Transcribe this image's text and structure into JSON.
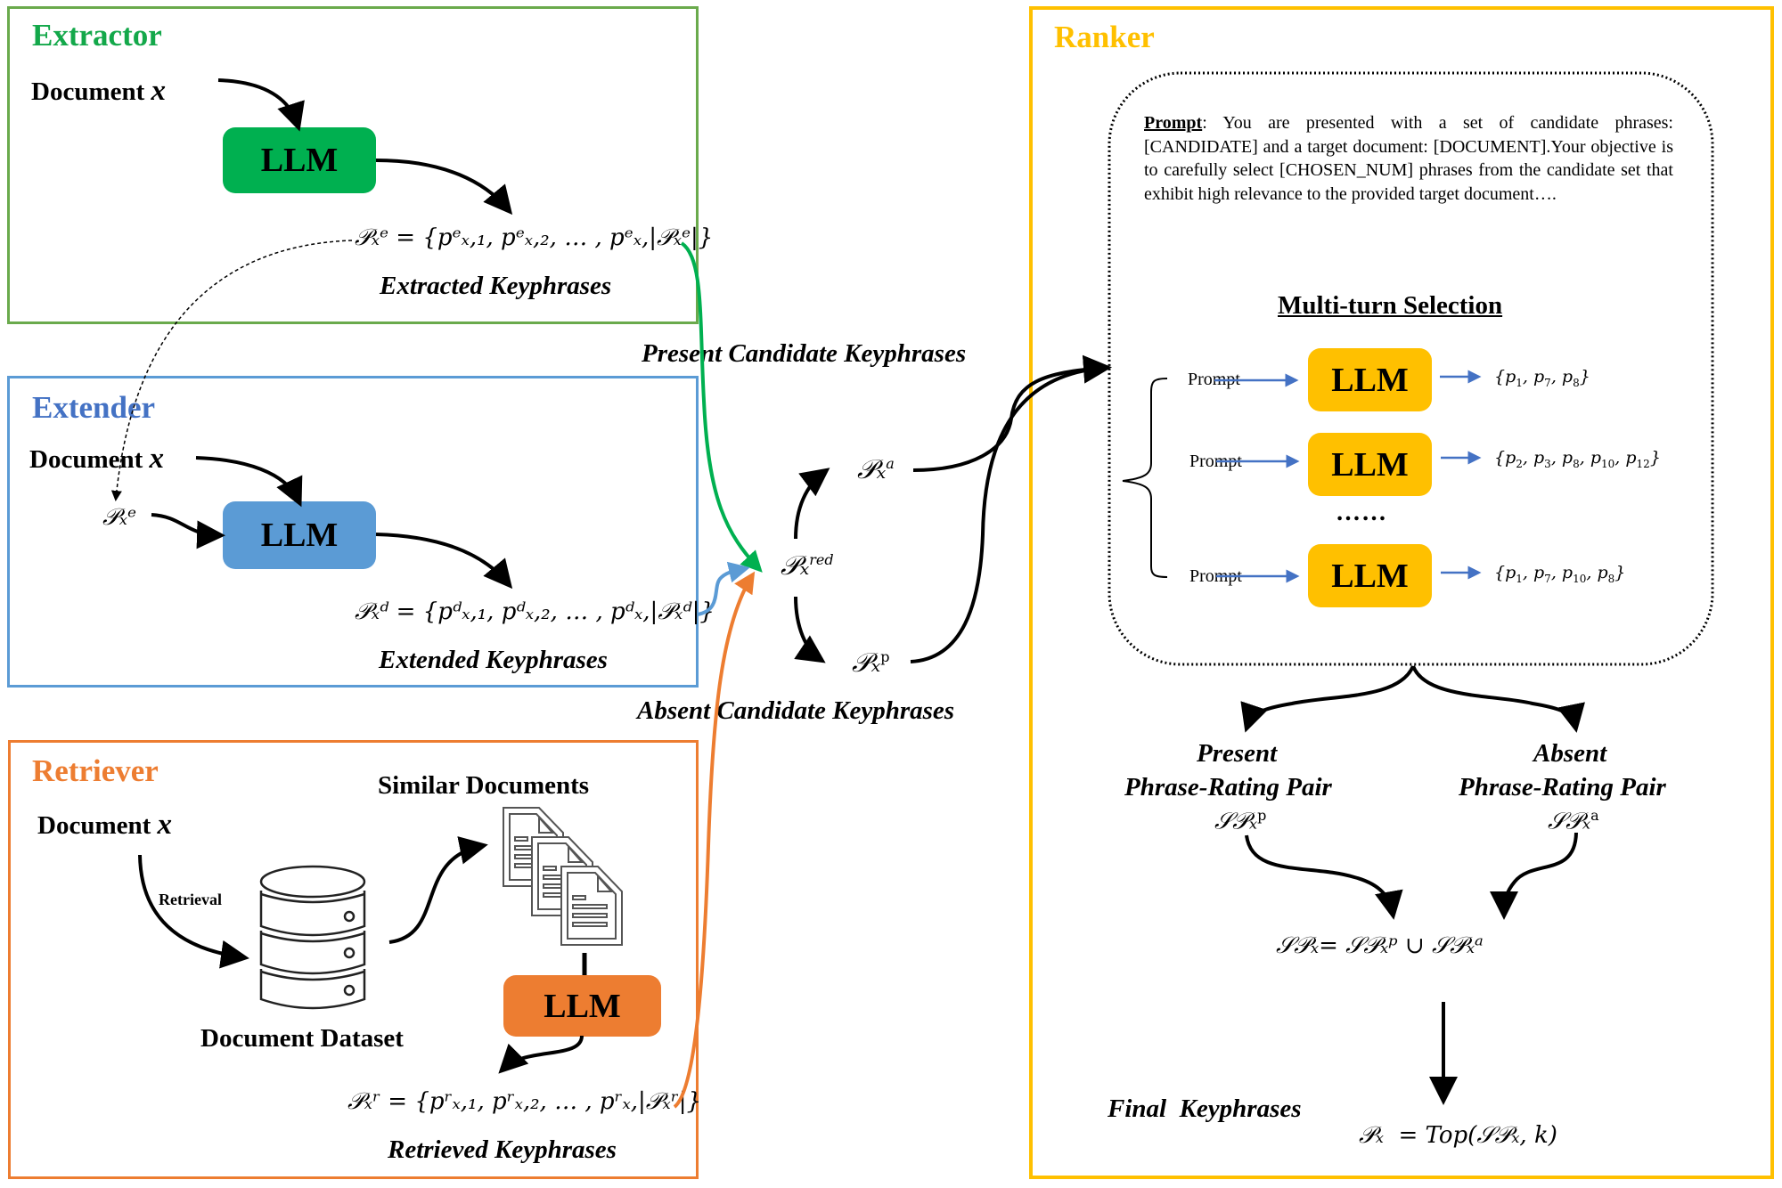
{
  "colors": {
    "extractor": "#6aaa4c",
    "extractor_title": "#13a84a",
    "extractor_llm": "#00b050",
    "extender": "#5b9bd5",
    "extender_title": "#4472c4",
    "extender_llm": "#5b9bd5",
    "retriever": "#ed7d31",
    "retriever_llm": "#ed7d31",
    "ranker": "#ffc000",
    "ranker_llm": "#ffc000",
    "arrow_blue": "#4472c4"
  },
  "extractor": {
    "title": "Extractor",
    "document_label": "Document",
    "document_var": "x",
    "llm_label": "LLM",
    "output_formula": "𝒫ₓᵉ = {pᵉₓ,₁, pᵉₓ,₂, … , pᵉₓ,|𝒫ₓᵉ|}",
    "output_caption": "Extracted Keyphrases"
  },
  "extender": {
    "title": "Extender",
    "document_label": "Document",
    "document_var": "x",
    "input_formula": "𝒫ₓᵉ",
    "llm_label": "LLM",
    "output_formula": "𝒫ₓᵈ = {pᵈₓ,₁, pᵈₓ,₂, … , pᵈₓ,|𝒫ₓᵈ|}",
    "output_caption": "Extended Keyphrases"
  },
  "retriever": {
    "title": "Retriever",
    "document_label": "Document",
    "document_var": "x",
    "retrieval_label": "Retrieval",
    "dataset_label": "Document Dataset",
    "similar_label": "Similar Documents",
    "llm_label": "LLM",
    "output_formula": "𝒫ₓʳ = {pʳₓ,₁, pʳₓ,₂, … , pʳₓ,|𝒫ₓʳ|}",
    "output_caption": "Retrieved Keyphrases"
  },
  "middle": {
    "present_label": "Present Candidate Keyphrases",
    "absent_label": "Absent Candidate Keyphrases",
    "red_formula": "𝒫ₓ",
    "red_sup": "red",
    "a_formula": "𝒫ₓ",
    "a_sup": "a",
    "p_formula": "𝒫ₓ",
    "p_sup": "p"
  },
  "ranker": {
    "title": "Ranker",
    "prompt_label": "Prompt",
    "prompt_text": ": You are presented with a set of candidate phrases: [CANDIDATE] and a target document: [DOCUMENT].Your objective is to carefully select [CHOSEN_NUM] phrases from the candidate set that exhibit high relevance to the provided target document….",
    "multi_turn_title": "Multi-turn Selection",
    "turns": [
      {
        "prompt": "Prompt",
        "llm": "LLM",
        "selection": [
          "1",
          "7",
          "8"
        ]
      },
      {
        "prompt": "Prompt",
        "llm": "LLM",
        "selection": [
          "2",
          "3",
          "8",
          "10",
          "12"
        ]
      },
      {
        "prompt": "Prompt",
        "llm": "LLM",
        "selection": [
          "1",
          "7",
          "10",
          "8"
        ]
      }
    ],
    "ellipsis": "……",
    "present_title": "Present",
    "present_subtitle": "Phrase-Rating Pair",
    "present_formula": "𝒮𝒫ₓ",
    "present_sup": "p",
    "absent_title": "Absent",
    "absent_subtitle": "Phrase-Rating Pair",
    "absent_formula": "𝒮𝒫ₓ",
    "absent_sup": "a",
    "union_formula": "𝒮𝒫ₓ= 𝒮𝒫ₓᵖ ∪ 𝒮𝒫ₓᵃ",
    "final_label": "Final  Keyphrases",
    "final_formula": "𝒫ₓ  = Top(𝒮𝒫ₓ, k)"
  }
}
